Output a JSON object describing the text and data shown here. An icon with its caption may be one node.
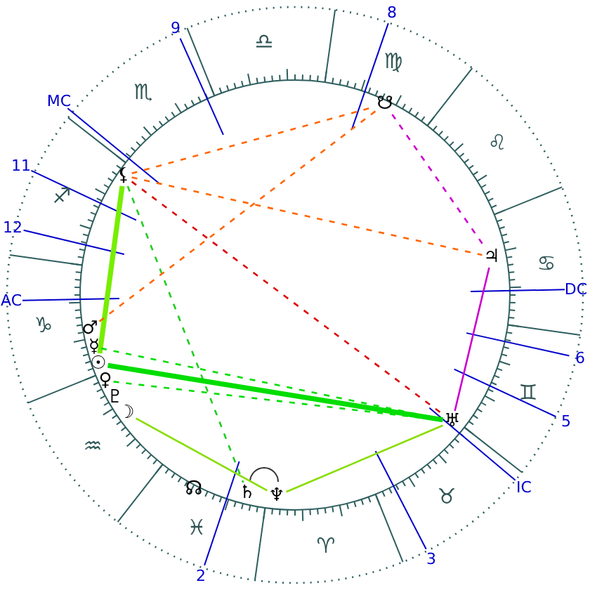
{
  "diagram": {
    "nodes": [
      {
        "text": [
          "☋"
        ]
      },
      {
        "text": [
          "⚸"
        ]
      },
      {
        "text": [
          "♃"
        ]
      },
      {
        "text": [
          "♂"
        ]
      },
      {
        "text": [
          "☿"
        ]
      },
      {
        "text": [
          "☉"
        ]
      },
      {
        "text": [
          "♀"
        ]
      },
      {
        "text": [
          "♇"
        ]
      },
      {
        "text": [
          "☽"
        ]
      },
      {
        "text": [
          "♅"
        ]
      },
      {
        "text": [
          "♄"
        ]
      },
      {
        "text": [
          "♆"
        ]
      }
    ],
    "edges": [
      {
        "from": 1,
        "to": 0,
        "arrow": "none",
        "style": "dashed",
        "color": "#ff6600"
      },
      {
        "from": 1,
        "to": 2,
        "arrow": "none",
        "style": "dashed",
        "color": "#ff6600"
      },
      {
        "from": 1,
        "to": 9,
        "arrow": "none",
        "style": "dashed",
        "color": "#dd0000"
      },
      {
        "from": 1,
        "to": 5,
        "arrow": "none",
        "style": "thick",
        "color": "#77ee00"
      },
      {
        "from": 1,
        "to": 10,
        "arrow": "none",
        "style": "dashed",
        "color": "#22cc22"
      },
      {
        "from": 0,
        "to": 2,
        "arrow": "none",
        "style": "dashed",
        "color": "#cc00cc"
      },
      {
        "from": 0,
        "to": 3,
        "arrow": "none",
        "style": "dashed",
        "color": "#ff6600"
      },
      {
        "from": 2,
        "to": 9,
        "arrow": "none",
        "color": "#cc00cc"
      },
      {
        "from": 5,
        "to": 9,
        "arrow": "none",
        "style": "thick",
        "color": "#00dd00"
      },
      {
        "from": 4,
        "to": 9,
        "arrow": "none",
        "style": "dashed",
        "color": "#00dd00"
      },
      {
        "from": 6,
        "to": 9,
        "arrow": "none",
        "style": "dashed",
        "color": "#00dd00"
      },
      {
        "from": 8,
        "to": 11,
        "arrow": "none",
        "color": "#88dd00"
      },
      {
        "from": 11,
        "to": 9,
        "arrow": "none",
        "color": "#88dd00"
      }
    ],
    "labels": [
      "8",
      "9",
      "♎",
      "♍",
      "♏",
      "MC",
      "♌",
      "11",
      "♐",
      "12",
      "♋",
      "DC",
      "AC",
      "♑",
      "6",
      "♊",
      "5",
      "♒",
      "IC",
      "☊",
      "♉",
      "♓",
      "♈",
      "3",
      "2"
    ]
  }
}
